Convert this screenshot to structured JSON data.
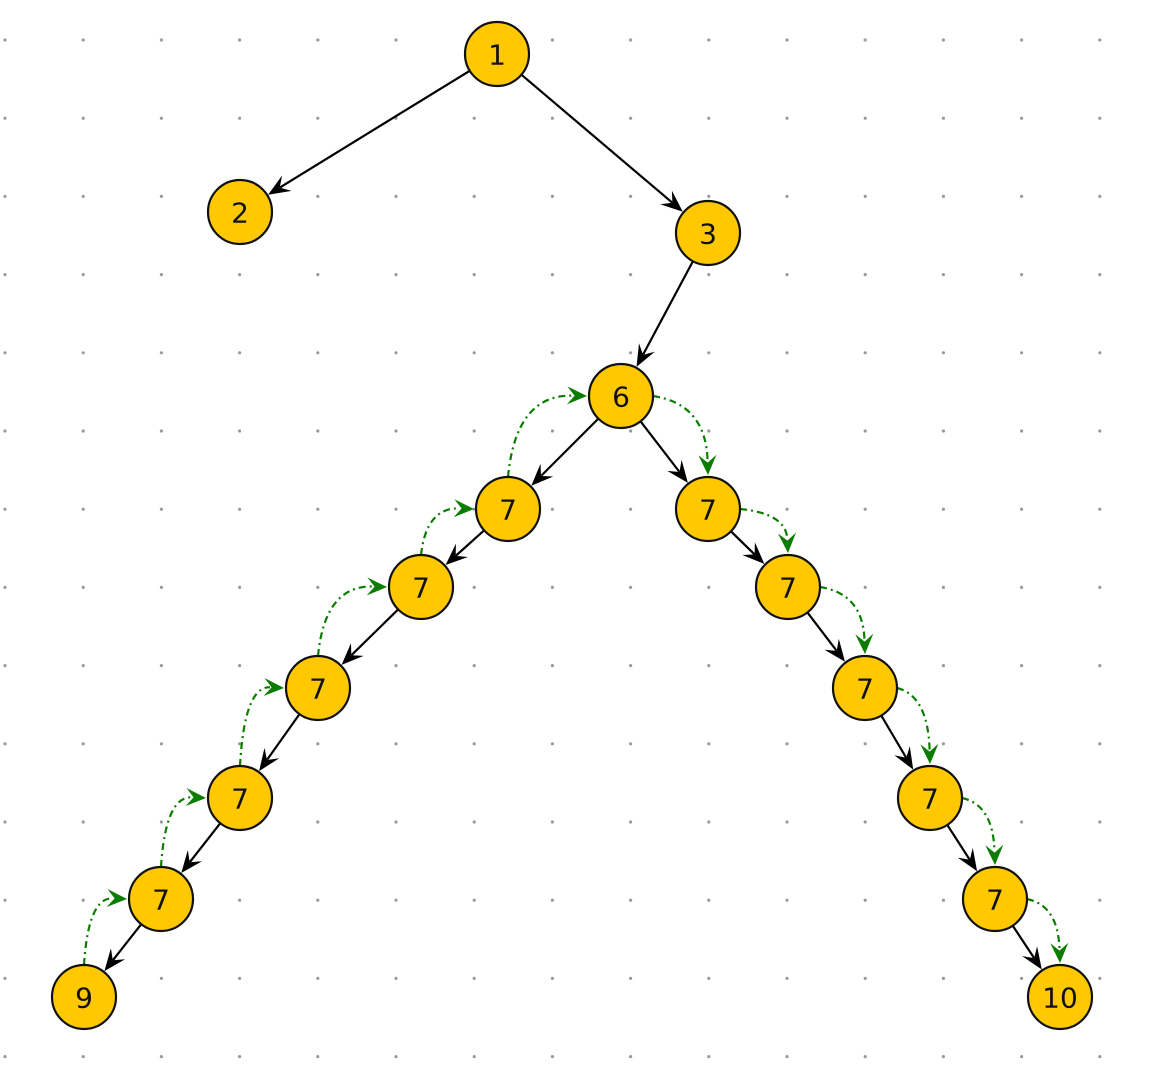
{
  "colors": {
    "node_fill": "#FFC800",
    "node_stroke": "#111111",
    "tree_edge": "#000000",
    "traversal_edge": "#0A7D00",
    "grid_dot": "#9A9A9A"
  },
  "nodes": [
    {
      "id": "n1",
      "label": "1"
    },
    {
      "id": "n2",
      "label": "2"
    },
    {
      "id": "n3",
      "label": "3"
    },
    {
      "id": "n6",
      "label": "6"
    },
    {
      "id": "l1",
      "label": "7"
    },
    {
      "id": "l2",
      "label": "7"
    },
    {
      "id": "l3",
      "label": "7"
    },
    {
      "id": "l4",
      "label": "7"
    },
    {
      "id": "l5",
      "label": "7"
    },
    {
      "id": "n9",
      "label": "9"
    },
    {
      "id": "r1",
      "label": "7"
    },
    {
      "id": "r2",
      "label": "7"
    },
    {
      "id": "r3",
      "label": "7"
    },
    {
      "id": "r4",
      "label": "7"
    },
    {
      "id": "r5",
      "label": "7"
    },
    {
      "id": "n10",
      "label": "10"
    }
  ],
  "tree_edges": [
    [
      "n1",
      "n2"
    ],
    [
      "n1",
      "n3"
    ],
    [
      "n3",
      "n6"
    ],
    [
      "n6",
      "l1"
    ],
    [
      "l1",
      "l2"
    ],
    [
      "l2",
      "l3"
    ],
    [
      "l3",
      "l4"
    ],
    [
      "l4",
      "l5"
    ],
    [
      "l5",
      "n9"
    ],
    [
      "n6",
      "r1"
    ],
    [
      "r1",
      "r2"
    ],
    [
      "r2",
      "r3"
    ],
    [
      "r3",
      "r4"
    ],
    [
      "r4",
      "r5"
    ],
    [
      "r5",
      "n10"
    ]
  ],
  "traversal_edges": [
    [
      "n9",
      "l5"
    ],
    [
      "l5",
      "l4"
    ],
    [
      "l4",
      "l3"
    ],
    [
      "l3",
      "l2"
    ],
    [
      "l2",
      "l1"
    ],
    [
      "l1",
      "n6"
    ],
    [
      "n6",
      "r1"
    ],
    [
      "r1",
      "r2"
    ],
    [
      "r2",
      "r3"
    ],
    [
      "r3",
      "r4"
    ],
    [
      "r4",
      "r5"
    ],
    [
      "r5",
      "n10"
    ]
  ]
}
